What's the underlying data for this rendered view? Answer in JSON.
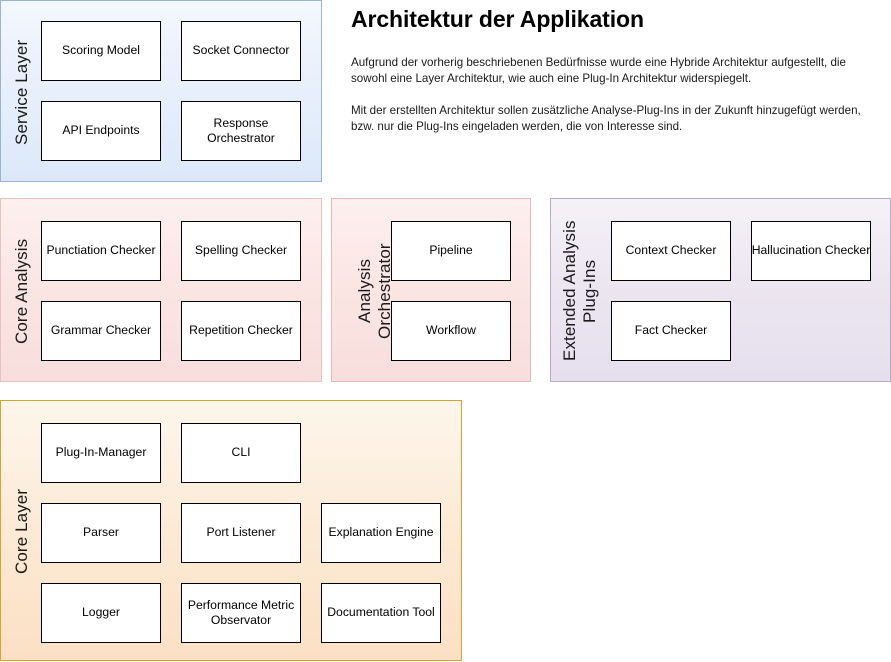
{
  "document": {
    "title": "Architektur der Applikation",
    "paragraphs": [
      "Aufgrund der vorherig beschriebenen Bedürfnisse wurde eine Hybride Architektur aufgestellt, die sowohl eine Layer Architektur, wie auch eine Plug-In Architektur widerspiegelt.",
      "Mit der erstellten Architektur sollen zusätzliche Analyse-Plug-Ins in der Zukunft hinzugefügt werden, bzw. nur die Plug-Ins eingeladen werden, die von Interesse sind."
    ]
  },
  "diagram": {
    "panels": [
      {
        "id": "service-layer",
        "label_lines": [
          "Service Layer"
        ],
        "accent": "#9ab4d8",
        "fill": "#eaf1fc",
        "nodes": [
          {
            "id": "scoring-model",
            "label": "Scoring Model"
          },
          {
            "id": "socket-connector",
            "label": "Socket Connector"
          },
          {
            "id": "api-endpoints",
            "label": "API Endpoints"
          },
          {
            "id": "response-orchestrator",
            "label": "Response\nOrchestrator"
          }
        ]
      },
      {
        "id": "core-analysis",
        "label_lines": [
          "Core Analysis"
        ],
        "accent": "#e8c2bf",
        "fill": "#fbe6e4",
        "nodes": [
          {
            "id": "punctiation-checker",
            "label": "Punctiation Checker"
          },
          {
            "id": "spelling-checker",
            "label": "Spelling Checker"
          },
          {
            "id": "grammar-checker",
            "label": "Grammar Checker"
          },
          {
            "id": "repetition-checker",
            "label": "Repetition Checker"
          }
        ]
      },
      {
        "id": "analysis-orchestrator",
        "label_lines": [
          "Analysis",
          "Orchestrator"
        ],
        "accent": "#e5b9b6",
        "fill": "#fbe6e4",
        "nodes": [
          {
            "id": "pipeline",
            "label": "Pipeline"
          },
          {
            "id": "workflow",
            "label": "Workflow"
          }
        ]
      },
      {
        "id": "extended-analysis-plug-ins",
        "label_lines": [
          "Extended Analysis",
          "Plug-Ins"
        ],
        "accent": "#b9a8c6",
        "fill": "#ece6f1",
        "nodes": [
          {
            "id": "context-checker",
            "label": "Context Checker"
          },
          {
            "id": "hallucination-checker",
            "label": "Hallucination Checker"
          },
          {
            "id": "fact-checker",
            "label": "Fact Checker"
          }
        ]
      },
      {
        "id": "core-layer",
        "label_lines": [
          "Core Layer"
        ],
        "accent": "#d8a52a",
        "fill": "#fcead5",
        "nodes": [
          {
            "id": "plug-in-manager",
            "label": "Plug-In-Manager"
          },
          {
            "id": "cli",
            "label": "CLI"
          },
          {
            "id": "parser",
            "label": "Parser"
          },
          {
            "id": "port-listener",
            "label": "Port Listener"
          },
          {
            "id": "explanation-engine",
            "label": "Explanation Engine"
          },
          {
            "id": "logger",
            "label": "Logger"
          },
          {
            "id": "performance-metric-observator",
            "label": "Performance Metric\nObservator"
          },
          {
            "id": "documentation-tool",
            "label": "Documentation Tool"
          }
        ]
      }
    ]
  }
}
